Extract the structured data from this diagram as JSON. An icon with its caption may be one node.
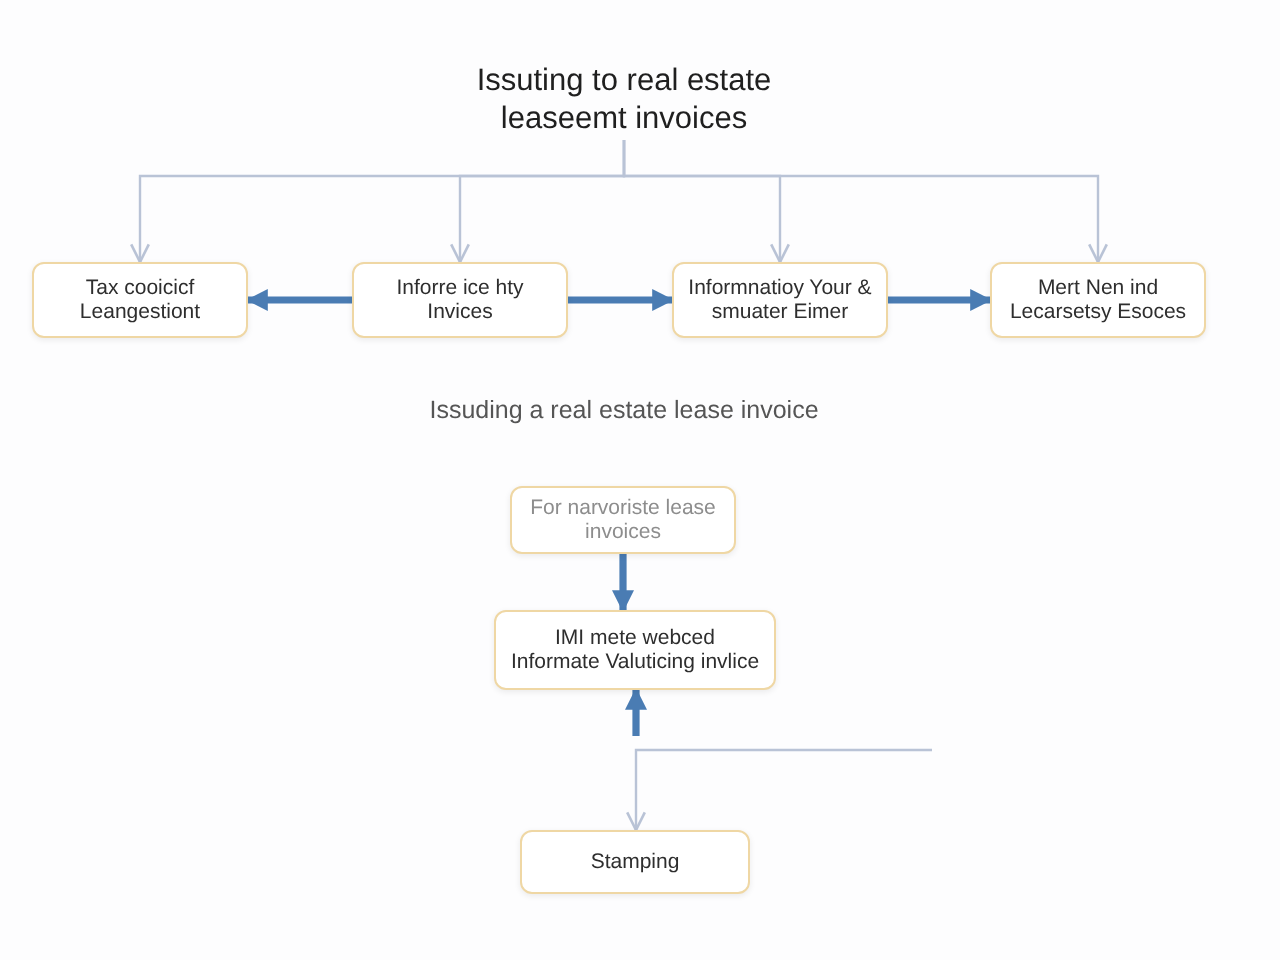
{
  "diagram": {
    "nodes": [
      {
        "text": [
          "Issuting to real estate leaseemt invoices"
        ]
      },
      {
        "text": [
          "Tax cooicicf Leangestiont"
        ]
      },
      {
        "text": [
          "Inforre ice hty Invices"
        ]
      },
      {
        "text": [
          "Informnatioy Your & smuater Eimer"
        ]
      },
      {
        "text": [
          "Mert Nen ind Lecarsetsy Esoces"
        ]
      },
      {
        "text": [
          "For narvoriste lease invoices"
        ]
      },
      {
        "text": [
          "IMI mete webced Informate Valuticing invlice"
        ]
      },
      {
        "text": [
          "Stamping"
        ]
      }
    ],
    "edges": [
      {
        "from": 0,
        "to": 1,
        "arrow": "to",
        "color": "#b9c3d6"
      },
      {
        "from": 0,
        "to": 2,
        "arrow": "to",
        "color": "#b9c3d6"
      },
      {
        "from": 0,
        "to": 3,
        "arrow": "to",
        "color": "#b9c3d6"
      },
      {
        "from": 0,
        "to": 4,
        "arrow": "to",
        "color": "#b9c3d6"
      },
      {
        "from": 2,
        "to": 1,
        "arrow": "to",
        "style": "thick",
        "color": "#4a7cb3"
      },
      {
        "from": 2,
        "to": 3,
        "arrow": "to",
        "style": "thick",
        "color": "#4a7cb3"
      },
      {
        "from": 3,
        "to": 4,
        "arrow": "to",
        "style": "thick",
        "color": "#4a7cb3"
      },
      {
        "from": 5,
        "to": 6,
        "arrow": "to",
        "style": "thick",
        "color": "#4a7cb3"
      },
      {
        "from": null,
        "to": 6,
        "arrow": "to",
        "style": "thick",
        "color": "#4a7cb3"
      },
      {
        "from": null,
        "to": 7,
        "arrow": "to",
        "color": "#b9c3d6"
      }
    ],
    "labels": [
      "Issuding a real estate lease invoice"
    ]
  }
}
